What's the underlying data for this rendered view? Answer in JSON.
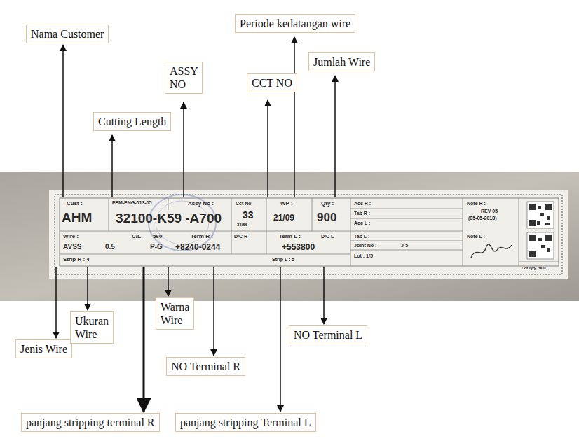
{
  "diagram": {
    "nodes": [
      {
        "text": [
          "Nama Customer"
        ]
      },
      {
        "text": [
          "ASSY NO"
        ]
      },
      {
        "text": [
          "Periode kedatangan wire"
        ]
      },
      {
        "text": [
          "CCT NO"
        ]
      },
      {
        "text": [
          "Jumlah Wire"
        ]
      },
      {
        "text": [
          "Cutting Length"
        ]
      },
      {
        "text": [
          "Jenis Wire"
        ]
      },
      {
        "text": [
          "Ukuran Wire"
        ]
      },
      {
        "text": [
          "Warna Wire"
        ]
      },
      {
        "text": [
          "NO Terminal L"
        ]
      },
      {
        "text": [
          "NO Terminal R"
        ]
      },
      {
        "text": [
          "panjang stripping terminal R"
        ]
      },
      {
        "text": [
          "panjang stripping Terminal L"
        ]
      }
    ],
    "labels": [
      "Cust :",
      "FEM-ENG-013-05",
      "Assy No :",
      "AHM",
      "32100-K59 -A700",
      "Cct No",
      "33",
      "33/66",
      "WP :",
      "21/09",
      "Qty :",
      "900",
      "Acc R :",
      "Tab R :",
      "Acc L :",
      "Note R :",
      "REV 05",
      "(05-05-2018)",
      "Wire :",
      "C/L",
      "560",
      "Term R :",
      "D/C R",
      "Term L :",
      "D/C L",
      "Tab L :",
      "Note L :",
      "AVSS",
      "0.5",
      "P-G",
      "+8240-0244",
      "+553800",
      "Joint No :",
      "J-5",
      "Strip R : 4",
      "Strip L : 5",
      "Lot : 1/5",
      "Lot Qty :900"
    ]
  }
}
